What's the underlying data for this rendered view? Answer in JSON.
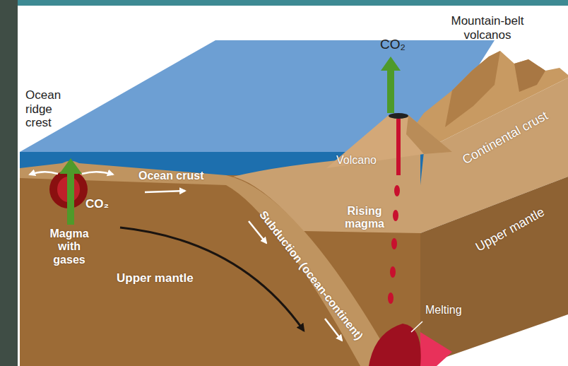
{
  "diagram": {
    "labels": [
      "Mountain-belt volcanos",
      "CO₂",
      "Ocean ridge crest",
      "Continental crust",
      "Volcano",
      "Ocean crust",
      "CO₂",
      "Magma with gases",
      "Rising magma",
      "Subduction (ocean-continent)",
      "Upper mantle",
      "Upper mantle",
      "Melting"
    ]
  }
}
